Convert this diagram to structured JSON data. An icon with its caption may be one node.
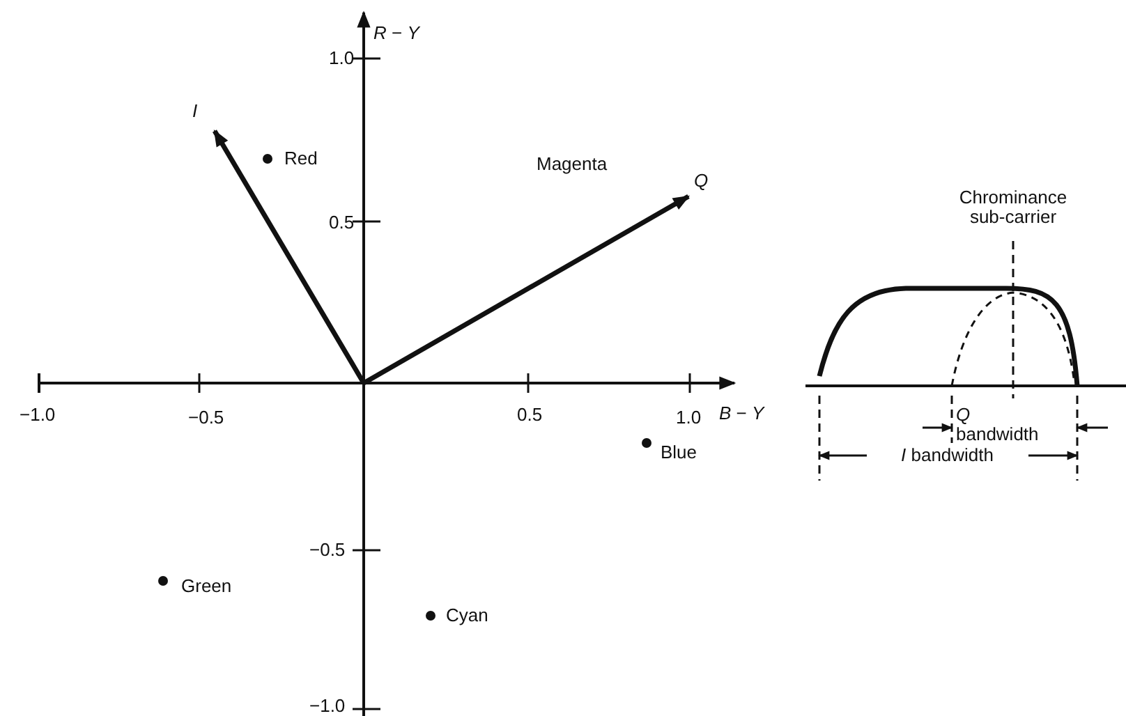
{
  "diagram": {
    "labels": [
      "*R* − *Y*",
      "1.0",
      "I",
      "Red",
      "Magenta",
      "Q",
      "0.5",
      "Chrominance sub-carrier",
      "−1.0",
      "−0.5",
      "0.5",
      "1.0",
      "*B* − *Y*",
      "*Q* bandwidth",
      "Blue",
      "*I* bandwidth",
      "−0.5",
      "Green",
      "Cyan",
      "−1.0"
    ]
  }
}
